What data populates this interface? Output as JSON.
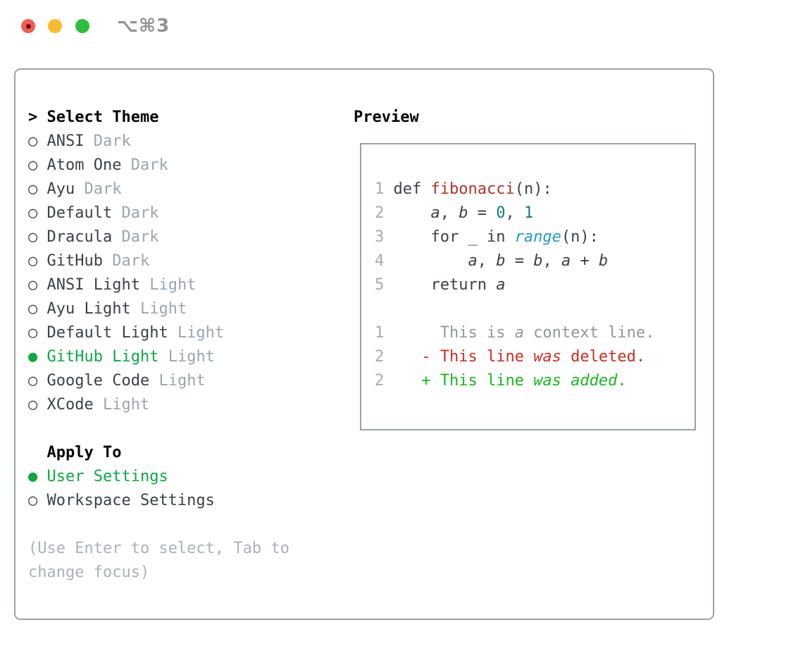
{
  "window": {
    "title": "⌥⌘3"
  },
  "theme_list": {
    "header": {
      "marker": ">",
      "label": "Select Theme"
    },
    "items": [
      {
        "marker": "○",
        "name": "ANSI",
        "modifier": "Dark",
        "selected": false
      },
      {
        "marker": "○",
        "name": "Atom One",
        "modifier": "Dark",
        "selected": false
      },
      {
        "marker": "○",
        "name": "Ayu",
        "modifier": "Dark",
        "selected": false
      },
      {
        "marker": "○",
        "name": "Default",
        "modifier": "Dark",
        "selected": false
      },
      {
        "marker": "○",
        "name": "Dracula",
        "modifier": "Dark",
        "selected": false
      },
      {
        "marker": "○",
        "name": "GitHub",
        "modifier": "Dark",
        "selected": false
      },
      {
        "marker": "○",
        "name": "ANSI Light",
        "modifier": "Light",
        "selected": false
      },
      {
        "marker": "○",
        "name": "Ayu Light",
        "modifier": "Light",
        "selected": false
      },
      {
        "marker": "○",
        "name": "Default Light",
        "modifier": "Light",
        "selected": false
      },
      {
        "marker": "●",
        "name": "GitHub Light",
        "modifier": "Light",
        "selected": true
      },
      {
        "marker": "○",
        "name": "Google Code",
        "modifier": "Light",
        "selected": false
      },
      {
        "marker": "○",
        "name": "XCode",
        "modifier": "Light",
        "selected": false
      }
    ]
  },
  "apply_to": {
    "header": "Apply To",
    "options": [
      {
        "marker": "●",
        "label": "User Settings",
        "selected": true
      },
      {
        "marker": "○",
        "label": "Workspace Settings",
        "selected": false
      }
    ]
  },
  "hint": {
    "line1": "(Use Enter to select, Tab to",
    "line2": "change focus)"
  },
  "preview": {
    "header": "Preview",
    "code_lines": [
      {
        "num": "1",
        "tokens": [
          {
            "text": "def ",
            "style": "code"
          },
          {
            "text": "fibonacci",
            "style": "function"
          },
          {
            "text": "(n):",
            "style": "code"
          }
        ]
      },
      {
        "num": "2",
        "tokens": [
          {
            "text": "    ",
            "style": "code"
          },
          {
            "text": "a",
            "style": "variable"
          },
          {
            "text": ", ",
            "style": "code"
          },
          {
            "text": "b",
            "style": "variable"
          },
          {
            "text": " = ",
            "style": "code"
          },
          {
            "text": "0",
            "style": "number"
          },
          {
            "text": ", ",
            "style": "code"
          },
          {
            "text": "1",
            "style": "number"
          }
        ]
      },
      {
        "num": "3",
        "tokens": [
          {
            "text": "    for _ in ",
            "style": "code"
          },
          {
            "text": "range",
            "style": "builtin"
          },
          {
            "text": "(n):",
            "style": "code"
          }
        ]
      },
      {
        "num": "4",
        "tokens": [
          {
            "text": "        ",
            "style": "code"
          },
          {
            "text": "a",
            "style": "variable"
          },
          {
            "text": ", ",
            "style": "code"
          },
          {
            "text": "b",
            "style": "variable"
          },
          {
            "text": " = ",
            "style": "code"
          },
          {
            "text": "b",
            "style": "variable"
          },
          {
            "text": ", ",
            "style": "code"
          },
          {
            "text": "a",
            "style": "variable"
          },
          {
            "text": " + ",
            "style": "code"
          },
          {
            "text": "b",
            "style": "variable"
          }
        ]
      },
      {
        "num": "5",
        "tokens": [
          {
            "text": "    return ",
            "style": "code"
          },
          {
            "text": "a",
            "style": "variable"
          }
        ]
      },
      {
        "num": "",
        "tokens": []
      },
      {
        "num": "1",
        "tokens": [
          {
            "text": "     This is ",
            "style": "context"
          },
          {
            "text": "a",
            "style": "context-italic"
          },
          {
            "text": " context line.",
            "style": "context"
          }
        ]
      },
      {
        "num": "2",
        "tokens": [
          {
            "text": "   - This line ",
            "style": "deleted"
          },
          {
            "text": "was",
            "style": "deleted-italic"
          },
          {
            "text": " deleted.",
            "style": "deleted"
          }
        ]
      },
      {
        "num": "2",
        "tokens": [
          {
            "text": "   + This line ",
            "style": "added"
          },
          {
            "text": "was added",
            "style": "added-italic"
          },
          {
            "text": ".",
            "style": "added"
          }
        ]
      }
    ]
  },
  "colors": {
    "accent_green": "#0aaa3f",
    "added_green": "#14ba1e",
    "deleted_red": "#cf2d20",
    "function_red": "#b23127",
    "number_teal": "#107d79",
    "builtin_blue": "#2498cb",
    "muted_gray": "#9aa5b1",
    "hint_gray": "#a9b2bd",
    "text_dark": "#3a4149",
    "border_gray": "#9aa4b0",
    "traffic_red": "#f35b52",
    "traffic_yellow": "#f8bb2d",
    "traffic_green": "#2ebe3e"
  }
}
